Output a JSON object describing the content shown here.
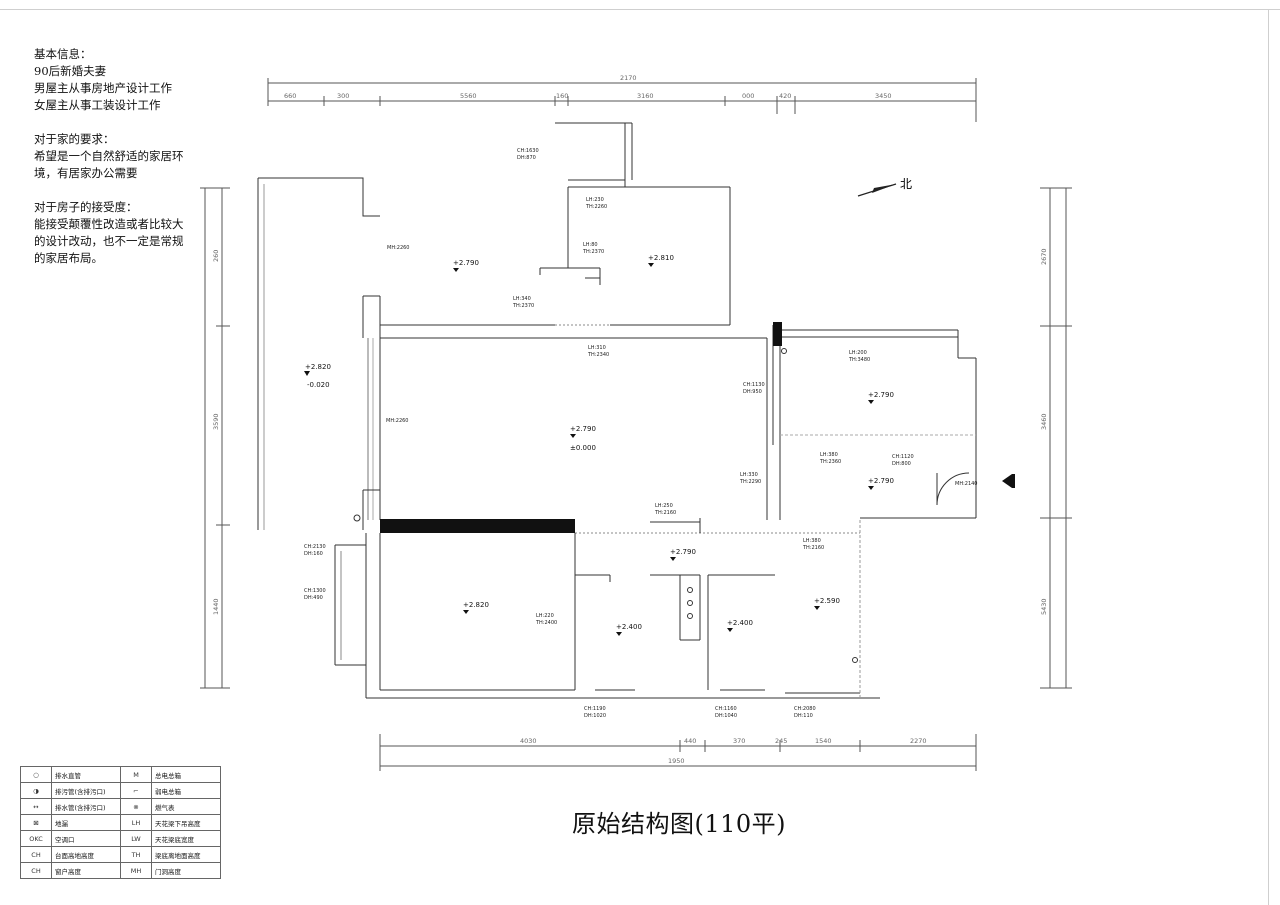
{
  "info": {
    "heading": "基本信息：",
    "line1": "90后新婚夫妻",
    "line2": "男屋主从事房地产设计工作",
    "line3": "女屋主从事工装设计工作",
    "req_heading": "对于家的要求：",
    "req1": "希望是一个自然舒适的家居环",
    "req2": "境，有居家办公需要",
    "acc_heading": "对于房子的接受度：",
    "acc1": "能接受颠覆性改造或者比较大",
    "acc2": "的设计改动，也不一定是常规",
    "acc3": "的家居布局。"
  },
  "title": "原始结构图(110平)",
  "north": "北",
  "dims": {
    "top_total": "2170",
    "top": [
      "660",
      "300",
      "5560",
      "160",
      "3160",
      "000",
      "420",
      "3450"
    ],
    "bottom_total": "1950",
    "bottom": [
      "4030",
      "440",
      "370",
      "245",
      "1540",
      "2270"
    ],
    "left": [
      "260",
      "3590",
      "1440"
    ],
    "right": [
      "2670",
      "3460",
      "5430"
    ]
  },
  "elevations": {
    "e1": "+2.790",
    "e2": "+2.810",
    "e3": "+2.820",
    "e3b": "-0.020",
    "e4": "+2.790",
    "e4b": "±0.000",
    "e5": "+2.790",
    "e6": "+2.790",
    "e7": "+2.790",
    "e8": "+2.820",
    "e9": "+2.400",
    "e10": "+2.400",
    "e11": "+2.590"
  },
  "notes": {
    "n1a": "CH:1630",
    "n1b": "DH:870",
    "n2a": "LH:230",
    "n2b": "TH:2260",
    "n3a": "LH:80",
    "n3b": "TH:2370",
    "n4": "MH:2260",
    "n5a": "LH:340",
    "n5b": "TH:2370",
    "n6a": "LH:310",
    "n6b": "TH:2340",
    "n7": "MH:2260",
    "n8a": "CH:1130",
    "n8b": "DH:950",
    "n9a": "LH:200",
    "n9b": "TH:3480",
    "n10a": "LH:380",
    "n10b": "TH:2360",
    "n11a": "CH:1120",
    "n11b": "DH:800",
    "n12": "MH:2140",
    "n13a": "LH:330",
    "n13b": "TH:2290",
    "n14a": "LH:250",
    "n14b": "TH:2160",
    "n15a": "LH:380",
    "n15b": "TH:2160",
    "n16a": "CH:2130",
    "n16b": "DH:160",
    "n17a": "CH:1300",
    "n17b": "DH:490",
    "n18a": "LH:220",
    "n18b": "TH:2400",
    "n19a": "CH:1190",
    "n19b": "DH:1020",
    "n20a": "CH:1160",
    "n20b": "DH:1040",
    "n21a": "CH:2080",
    "n21b": "DH:110"
  },
  "legend": [
    {
      "sym": "○",
      "label": "排水直管",
      "sym2": "M",
      "label2": "总电总箱"
    },
    {
      "sym": "◑",
      "label": "排污管(含排污口)",
      "sym2": "⌐",
      "label2": "弱电总箱"
    },
    {
      "sym": "↔",
      "label": "排水管(含排污口)",
      "sym2": "⊗",
      "label2": "燃气表"
    },
    {
      "sym": "⊠",
      "label": "地漏",
      "sym2": "LH",
      "label2": "天花梁下吊高度"
    },
    {
      "sym": "OKC",
      "label": "空调口",
      "sym2": "LW",
      "label2": "天花梁底宽度"
    },
    {
      "sym": "CH",
      "label": "台面高地高度",
      "sym2": "TH",
      "label2": "梁底离地面高度"
    },
    {
      "sym": "CH",
      "label": "窗户高度",
      "sym2": "MH",
      "label2": "门洞高度"
    }
  ]
}
